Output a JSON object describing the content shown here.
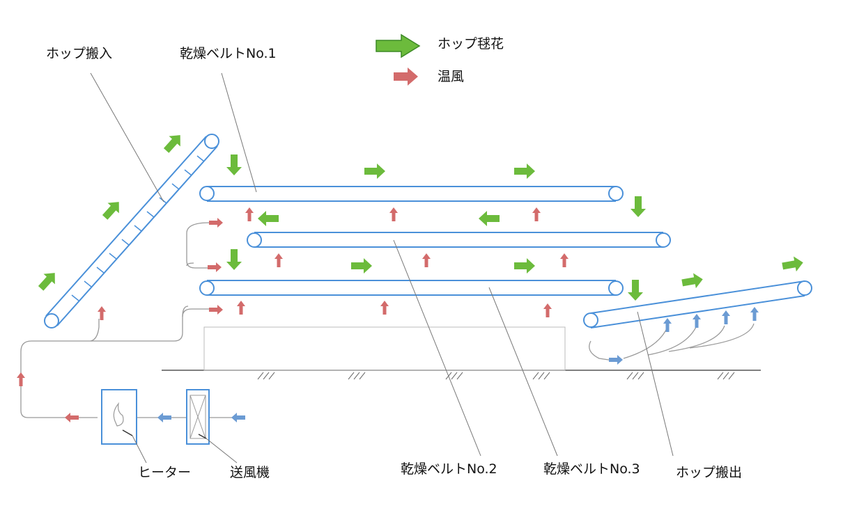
{
  "legend": {
    "hop_flow_label": "ホップ毬花",
    "warm_air_label": "温風",
    "hop_color": "#6cbb3c",
    "air_color": "#d36b6b",
    "blower_air_color": "#6b9bd3"
  },
  "labels": {
    "hop_in": "ホップ搬入",
    "belt1": "乾燥ベルトNo.1",
    "belt2": "乾燥ベルトNo.2",
    "belt3": "乾燥ベルトNo.3",
    "hop_out": "ホップ搬出",
    "heater": "ヒーター",
    "blower": "送風機"
  },
  "colors": {
    "belt_stroke": "#4a90d9",
    "leader_line": "#666666",
    "duct_line": "#999999",
    "ground_line": "#555555"
  }
}
